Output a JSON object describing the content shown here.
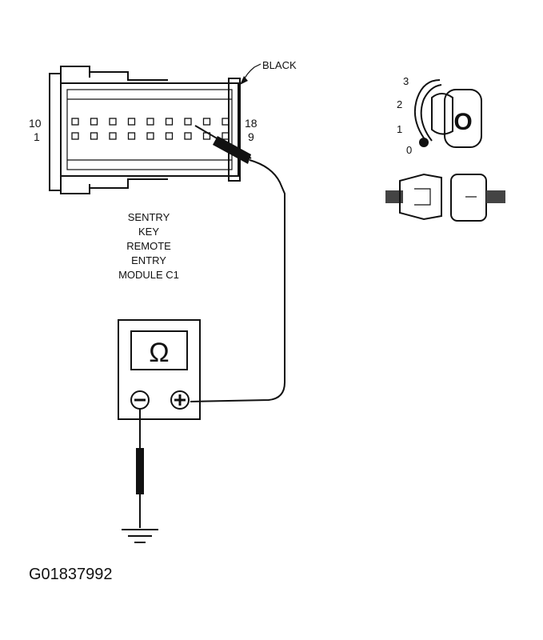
{
  "connector": {
    "color_label": "BLACK",
    "pin_top_left": "10",
    "pin_bottom_left": "1",
    "pin_top_right": "18",
    "pin_bottom_right": "9",
    "name_lines": [
      "SENTRY",
      "KEY",
      "REMOTE",
      "ENTRY",
      "MODULE C1"
    ]
  },
  "meter": {
    "symbol": "Ω",
    "minus": "−",
    "plus": "+"
  },
  "ignition": {
    "positions": [
      "3",
      "2",
      "1",
      "0"
    ],
    "key_letter": "O"
  },
  "figure_code": "G01837992",
  "colors": {
    "ink": "#111111",
    "paper": "#ffffff"
  }
}
